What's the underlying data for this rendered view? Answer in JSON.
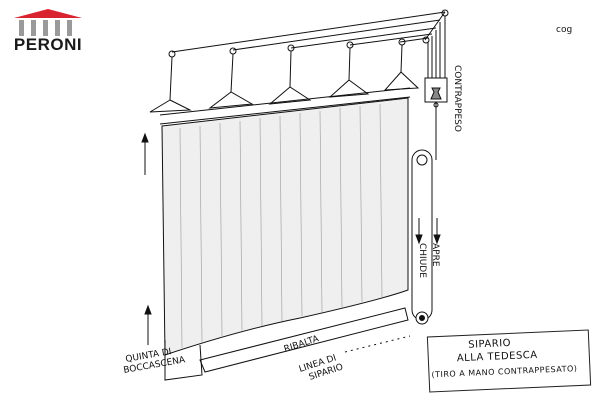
{
  "logo": {
    "brand": "PERONI",
    "roof_color": "#d9232e",
    "columns_color": "#9a9a9a"
  },
  "signature": "cog",
  "labels": {
    "counterweight": "CONTRAPPESO",
    "close": "CHIUDE",
    "open": "APRE",
    "proscenium_wing_line1": "QUINTA DI",
    "proscenium_wing_line2": "BOCCASCENA",
    "ribalta": "RIBALTA",
    "curtain_line_line1": "LINEA DI",
    "curtain_line_line2": "SIPARIO"
  },
  "title_box": {
    "line1": "SIPARIO",
    "line2": "ALLA TEDESCA",
    "line3": "(TIRO A MANO CONTRAPPESATO)"
  },
  "colors": {
    "ink": "#111111",
    "curtain_fill": "#efefef",
    "background": "#ffffff"
  }
}
